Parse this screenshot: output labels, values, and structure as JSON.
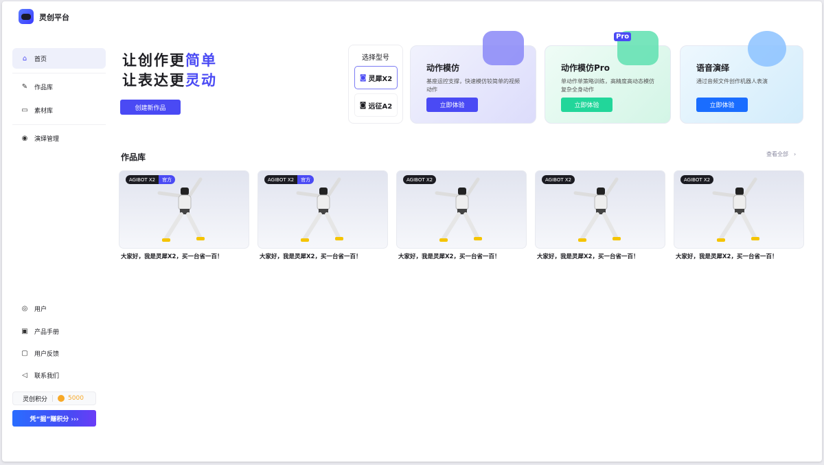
{
  "app": {
    "title": "灵创平台"
  },
  "sidebar": {
    "items": [
      {
        "label": "首页",
        "icon": "home-icon"
      },
      {
        "label": "作品库",
        "icon": "brush-icon"
      },
      {
        "label": "素材库",
        "icon": "folder-icon"
      },
      {
        "label": "演绎管理",
        "icon": "robot-icon"
      }
    ],
    "bottom": [
      {
        "label": "用户",
        "icon": "user-icon"
      },
      {
        "label": "产品手册",
        "icon": "book-icon"
      },
      {
        "label": "用户反馈",
        "icon": "feedback-icon"
      },
      {
        "label": "联系我们",
        "icon": "send-icon"
      }
    ],
    "points_label": "灵创积分",
    "points_value": "5000",
    "earn_label": "凭“掘”赚积分 ›››"
  },
  "hero": {
    "line1": "让创作更",
    "line1_hl": "简单",
    "line2": "让表达更",
    "line2_hl": "灵动",
    "create_button": "创建新作品"
  },
  "model_select": {
    "title": "选择型号",
    "options": [
      "灵犀X2",
      "远征A2"
    ],
    "selected": "灵犀X2"
  },
  "features": [
    {
      "title": "动作模仿",
      "desc": "基座运控支撑，快速模仿较简单的视频动作",
      "button": "立即体验",
      "color": "#4a4af4"
    },
    {
      "title": "动作模仿Pro",
      "badge": "Pro",
      "desc": "单动作单策略训练，高精度高动态模仿复杂全身动作",
      "button": "立即体验",
      "color": "#22d69a"
    },
    {
      "title": "语音演绎",
      "desc": "通过音频文件创作机器人表演",
      "button": "立即体验",
      "color": "#1a6dff"
    }
  ],
  "gallery": {
    "title": "作品库",
    "view_all": "查看全部",
    "items": [
      {
        "tag": "AGIBOT X2",
        "official": "官方",
        "caption": "大家好，我是灵犀X2，买一台省一百！"
      },
      {
        "tag": "AGIBOT X2",
        "official": "官方",
        "caption": "大家好，我是灵犀X2，买一台省一百！"
      },
      {
        "tag": "AGIBOT X2",
        "caption": "大家好，我是灵犀X2，买一台省一百！"
      },
      {
        "tag": "AGIBOT X2",
        "caption": "大家好，我是灵犀X2，买一台省一百！"
      },
      {
        "tag": "AGIBOT X2",
        "caption": "大家好，我是灵犀X2，买一台省一百！"
      }
    ]
  }
}
